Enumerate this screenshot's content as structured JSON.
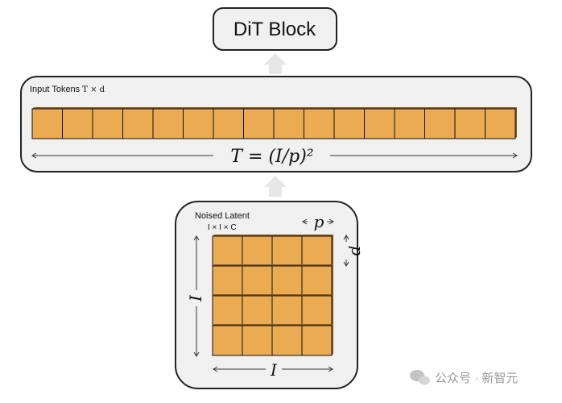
{
  "dit_block": {
    "label": "DiT Block"
  },
  "tokens": {
    "label": "Input Tokens",
    "dims": "T × d",
    "count": 16,
    "formula": "T = (I/p)²"
  },
  "latent": {
    "label": "Noised Latent",
    "dims": "I × I × C",
    "grid": 4,
    "width_label": "I",
    "height_label": "I",
    "patch_label": "p"
  },
  "watermark": {
    "text": "公众号 · 新智元",
    "icon": "wechat-icon"
  },
  "colors": {
    "cell": "#ebab52",
    "cell_edge": "#8a5a1a",
    "panel": "#f0f0f0",
    "arrow": "#e8e8e8"
  }
}
